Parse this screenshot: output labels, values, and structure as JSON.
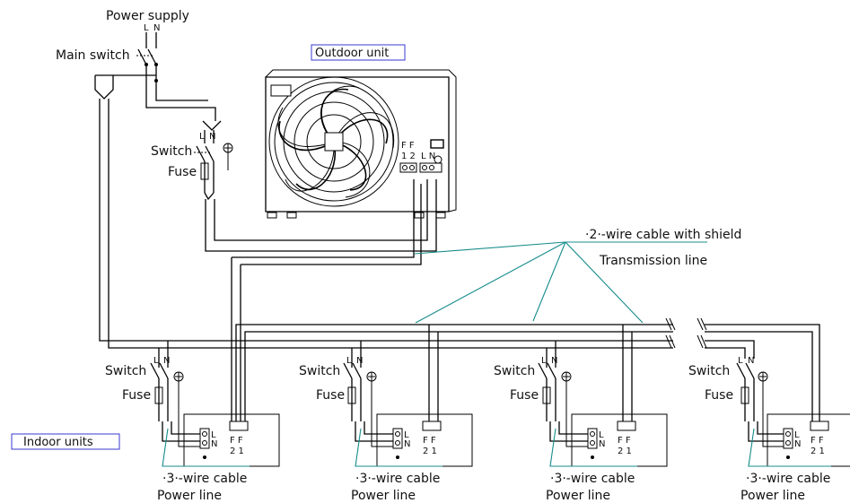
{
  "labels": {
    "power_supply": "Power supply",
    "main_switch": "Main switch",
    "outdoor_unit": "Outdoor unit",
    "indoor_units": "Indoor units",
    "switch": "Switch",
    "fuse": "Fuse",
    "two_wire_cable": "·2·-wire cable with shield",
    "transmission_line": "Transmission line",
    "three_wire_cable": "·3·-wire cable",
    "power_line": "Power line"
  },
  "terminals": {
    "L": "L",
    "N": "N",
    "F": "F",
    "one": "1",
    "two": "2",
    "outdoor_f": "F F",
    "outdoor_12": "1 2",
    "outdoor_ln": "L N",
    "indoor_ff": "F F",
    "indoor_21": "2 1"
  },
  "colors": {
    "line": "#000000",
    "leader": "#178c8c",
    "label_box_border": "#3a3ad0"
  },
  "icons": {
    "ground": "ground-symbol-icon",
    "switch": "switch-icon",
    "fuse": "fuse-icon",
    "fan": "fan-grille-icon"
  }
}
